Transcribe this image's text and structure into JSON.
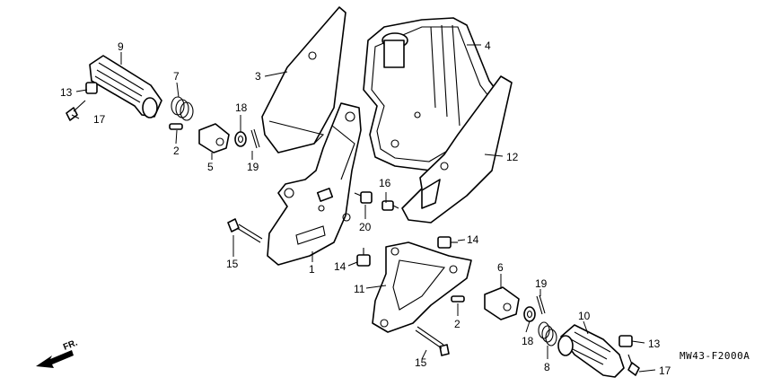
{
  "callouts": {
    "c1": "1",
    "c2a": "2",
    "c2b": "2",
    "c3": "3",
    "c4": "4",
    "c5": "5",
    "c6": "6",
    "c7": "7",
    "c8": "8",
    "c9": "9",
    "c10": "10",
    "c11": "11",
    "c12": "12",
    "c13a": "13",
    "c13b": "13",
    "c14a": "14",
    "c14b": "14",
    "c15a": "15",
    "c15b": "15",
    "c16": "16",
    "c17a": "17",
    "c17b": "17",
    "c18a": "18",
    "c18b": "18",
    "c19a": "19",
    "c19b": "19",
    "c20": "20"
  },
  "front_label": "FR.",
  "diagram_code": "MW43-F2000A"
}
